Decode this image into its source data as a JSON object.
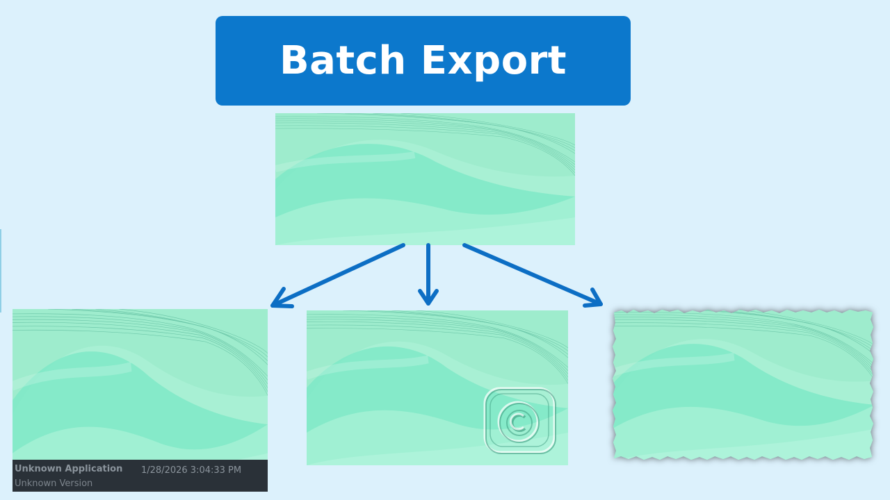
{
  "banner": {
    "title": "Batch Export"
  },
  "colors": {
    "background": "#dcf1fc",
    "banner": "#0c78cc",
    "arrows": "#0c6ec4",
    "footer": "#2a3138"
  },
  "source_image": {
    "icon": "wave-background-image"
  },
  "outputs": [
    {
      "effect": "footer-caption",
      "footer": {
        "application": "Unknown Application",
        "version": "Unknown Version",
        "timestamp": "1/28/2026 3:04:33 PM"
      }
    },
    {
      "effect": "watermark",
      "icon": "copyright-stamp-icon"
    },
    {
      "effect": "torn-edge-shadow"
    }
  ]
}
